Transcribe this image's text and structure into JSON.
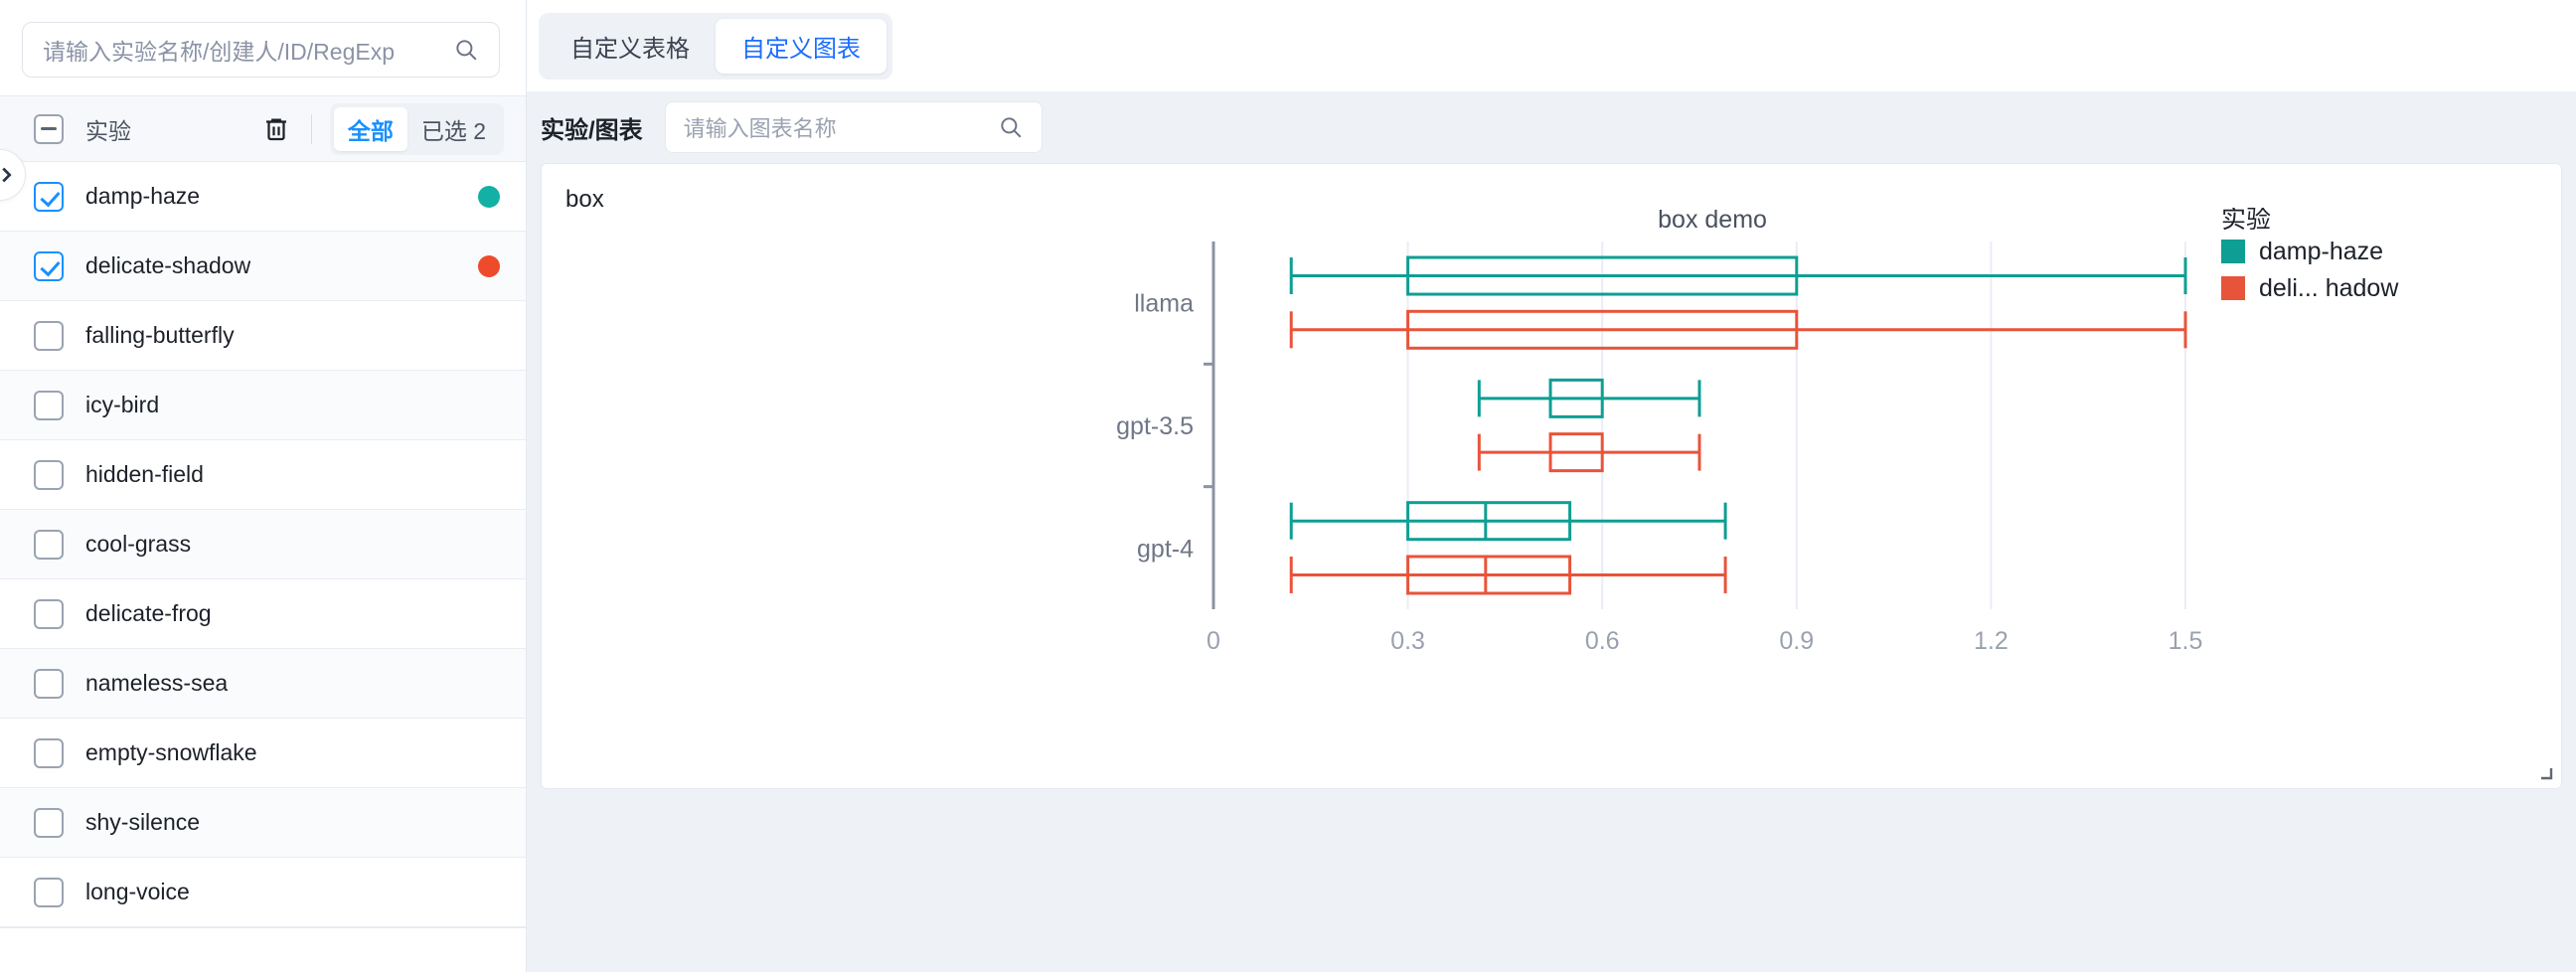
{
  "search": {
    "placeholder": "请输入实验名称/创建人/ID/RegExp",
    "icon": "search-icon"
  },
  "tabs": [
    {
      "label": "自定义表格",
      "active": false
    },
    {
      "label": "自定义图表",
      "active": true
    }
  ],
  "sidebar": {
    "header": {
      "title": "实验",
      "trash_icon": "trash-icon",
      "filter_all": "全部",
      "filter_selected": "已选 2"
    },
    "items": [
      {
        "name": "damp-haze",
        "checked": true,
        "dot": "#13b0a5"
      },
      {
        "name": "delicate-shadow",
        "checked": true,
        "dot": "#ee4b2b"
      },
      {
        "name": "falling-butterfly",
        "checked": false,
        "dot": ""
      },
      {
        "name": "icy-bird",
        "checked": false,
        "dot": ""
      },
      {
        "name": "hidden-field",
        "checked": false,
        "dot": ""
      },
      {
        "name": "cool-grass",
        "checked": false,
        "dot": ""
      },
      {
        "name": "delicate-frog",
        "checked": false,
        "dot": ""
      },
      {
        "name": "nameless-sea",
        "checked": false,
        "dot": ""
      },
      {
        "name": "empty-snowflake",
        "checked": false,
        "dot": ""
      },
      {
        "name": "shy-silence",
        "checked": false,
        "dot": ""
      },
      {
        "name": "long-voice",
        "checked": false,
        "dot": ""
      }
    ],
    "collapse_icon": "chevron-right-icon"
  },
  "chart_panel": {
    "label": "实验/图表",
    "search_placeholder": "请输入图表名称",
    "card_title": "box",
    "resize_icon": "resize-grip-icon"
  },
  "chart_data": {
    "type": "box",
    "title": "box demo",
    "xlabel": "",
    "ylabel": "",
    "orientation": "horizontal",
    "categories": [
      "llama",
      "gpt-3.5",
      "gpt-4"
    ],
    "xlim": [
      0,
      1.62
    ],
    "xticks": [
      0,
      0.3,
      0.6,
      0.9,
      1.2,
      1.5
    ],
    "xticklabels": [
      "0",
      "0.3",
      "0.6",
      "0.9",
      "1.2",
      "1.5"
    ],
    "grid": true,
    "legend": {
      "title": "实验",
      "position": "right",
      "entries": [
        {
          "label": "damp-haze",
          "color": "#0f9e93"
        },
        {
          "label": "deli... hadow",
          "color": "#e8543a"
        }
      ]
    },
    "series": [
      {
        "name": "damp-haze",
        "color": "#0f9e93",
        "boxes": [
          {
            "category": "llama",
            "whisker_low": 0.12,
            "q1": 0.3,
            "median": null,
            "q3": 0.9,
            "whisker_high": 1.5
          },
          {
            "category": "gpt-3.5",
            "whisker_low": 0.41,
            "q1": 0.52,
            "median": null,
            "q3": 0.6,
            "whisker_high": 0.75
          },
          {
            "category": "gpt-4",
            "whisker_low": 0.12,
            "q1": 0.3,
            "median": 0.42,
            "q3": 0.55,
            "whisker_high": 0.79
          }
        ]
      },
      {
        "name": "delicate-shadow",
        "color": "#e8543a",
        "boxes": [
          {
            "category": "llama",
            "whisker_low": 0.12,
            "q1": 0.3,
            "median": null,
            "q3": 0.9,
            "whisker_high": 1.5
          },
          {
            "category": "gpt-3.5",
            "whisker_low": 0.41,
            "q1": 0.52,
            "median": null,
            "q3": 0.6,
            "whisker_high": 0.75
          },
          {
            "category": "gpt-4",
            "whisker_low": 0.12,
            "q1": 0.3,
            "median": 0.42,
            "q3": 0.55,
            "whisker_high": 0.79
          }
        ]
      }
    ]
  }
}
